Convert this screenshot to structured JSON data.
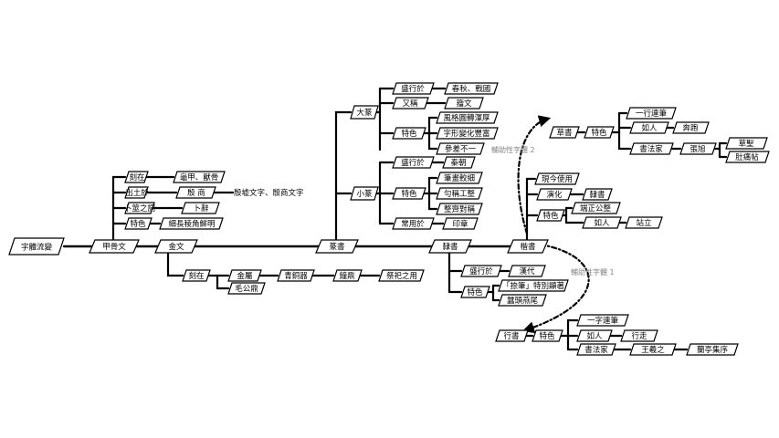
{
  "nodes": {
    "root": "字體流變",
    "jiaguwen": "甲骨文",
    "jiagu_carved": "刻在",
    "jiagu_carved_on": "龜甲、獸骨",
    "jiagu_unearthed": "出土於",
    "jiagu_yinshang": "殷 商",
    "jiagu_yinxu": "殷墟文字、殷商文字",
    "jiagu_divination": "卜筮之詞",
    "jiagu_buci": "卜辭",
    "jiagu_feature": "特色",
    "jiagu_feature_desc": "細長稜角鮮明",
    "jinwen": "金文",
    "jin_carved": "刻在",
    "jin_bronze": "金屬",
    "jin_qingtong": "青銅器",
    "jin_zhongding": "鐘鼎",
    "jin_sacrifice": "祭祀之用",
    "jin_maogong": "毛公鼎",
    "zhuanshu": "篆書",
    "dazhuan": "大篆",
    "dz_flourish": "盛行於",
    "dz_period": "春秋、戰國",
    "dz_alias": "又稱",
    "dz_zhouwen": "籀文",
    "dz_feature": "特色",
    "dz_f1": "風格圓轉渾厚",
    "dz_f2": "字形變化豐富",
    "dz_f3": "參差不一",
    "xiaozhuan": "小篆",
    "xz_flourish": "盛行於",
    "xz_qin": "秦朝",
    "xz_feature": "特色",
    "xz_f1": "筆畫較細",
    "xz_f2": "勻稱工整",
    "xz_f3": "整齊對稱",
    "xz_usage": "常用於",
    "xz_seal": "印章",
    "lishu": "隸書",
    "ls_flourish": "盛行於",
    "ls_han": "漢代",
    "ls_feature": "特色",
    "ls_f1": "「捺筆」特別顯著",
    "ls_f2": "蠶頭燕尾",
    "kaishu": "楷書",
    "ks_current": "現今使用",
    "ks_evolve": "演化",
    "ks_lishu": "隸書",
    "ks_feature": "特色",
    "ks_f1": "端正公整",
    "ks_like": "如人",
    "ks_stand": "站立",
    "caoshu": "草書",
    "cs_feature": "特色",
    "cs_f1": "一行連筆",
    "cs_like": "如人",
    "cs_run": "奔跑",
    "cs_calligrapher": "書法家",
    "cs_zhangxu": "張旭",
    "cs_title": "草聖",
    "cs_work": "肚痛帖",
    "xingshu": "行書",
    "xs_feature": "特色",
    "xs_f1": "一字連筆",
    "xs_like": "如人",
    "xs_walk": "行走",
    "xs_calligrapher": "書法家",
    "xs_wangxizhi": "王羲之",
    "xs_work": "蘭亭集序"
  },
  "notes": {
    "aux2": "輔助性字體 2",
    "aux1": "輔助性字體 1"
  }
}
